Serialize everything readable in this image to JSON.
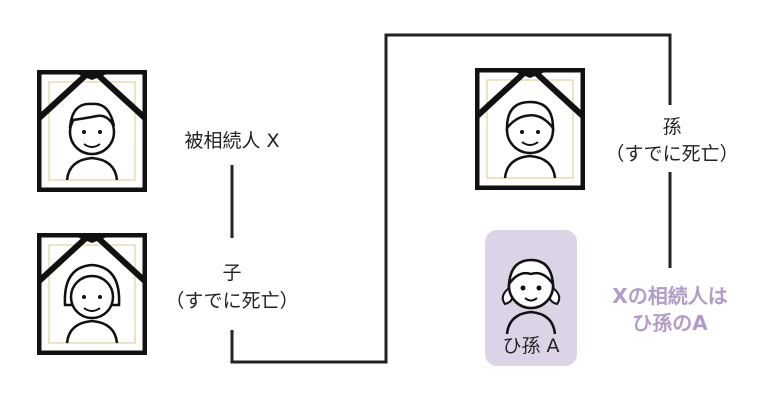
{
  "people": {
    "decedent": {
      "label": "被相続人 X"
    },
    "child": {
      "label": "子",
      "status": "（すでに死亡）"
    },
    "grandchild": {
      "label": "孫",
      "status": "（すでに死亡）"
    },
    "great_grandchild": {
      "label": "ひ孫 A"
    }
  },
  "conclusion": {
    "line1": "Xの相続人は",
    "line2": "ひ孫のA"
  },
  "colors": {
    "accent": "#b29bc8",
    "box": "#ddd3e6",
    "line": "#222222"
  }
}
